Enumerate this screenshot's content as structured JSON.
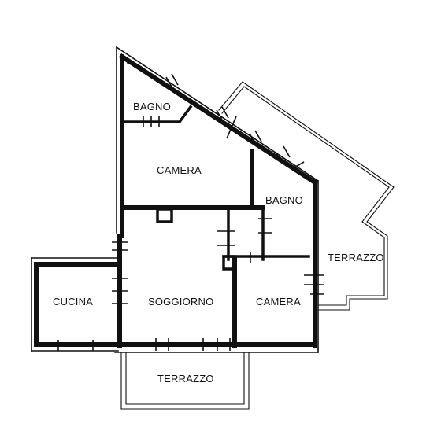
{
  "rooms": {
    "bagno_top": "BAGNO",
    "camera_top": "CAMERA",
    "bagno_right": "BAGNO",
    "terrazzo_right": "TERRAZZO",
    "cucina": "CUCINA",
    "soggiorno": "SOGGIORNO",
    "camera_right": "CAMERA",
    "terrazzo_bottom": "TERRAZZO"
  },
  "colors": {
    "wall": "#111111",
    "background": "#ffffff"
  }
}
